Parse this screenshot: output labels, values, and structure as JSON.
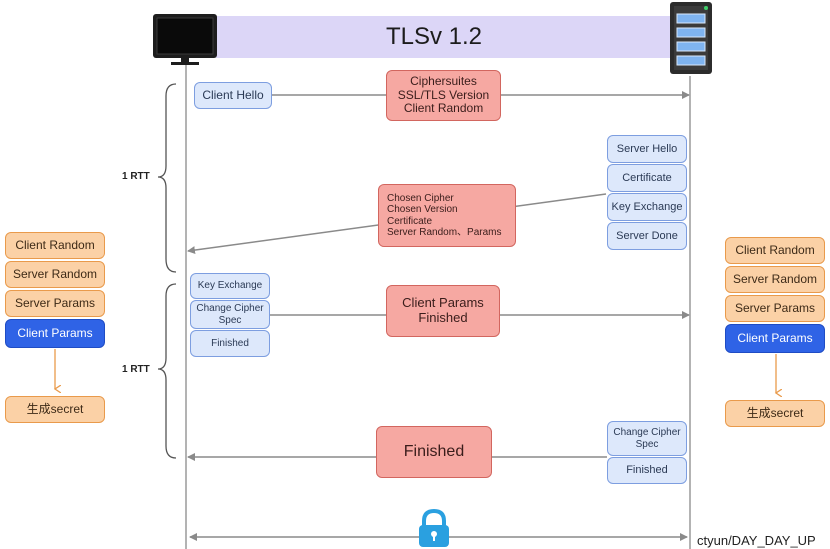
{
  "title": "TLSv 1.2",
  "rtt_labels": [
    "1 RTT",
    "1 RTT"
  ],
  "messages": {
    "client_hello": "Client Hello",
    "hello_payload": [
      "Ciphersuites",
      "SSL/TLS Version",
      "Client Random"
    ],
    "server_msgs": [
      "Server Hello",
      "Certificate",
      "Key Exchange",
      "Server Done"
    ],
    "server_payload": [
      "Chosen Cipher",
      "Chosen  Version",
      "Certificate",
      "Server Random、Params"
    ],
    "client_key_exchange": "Key Exchange",
    "client_change_cipher": "Change Cipher Spec",
    "client_finished": "Finished",
    "client_payload": [
      "Client Params",
      "Finished"
    ],
    "server_change_cipher": "Change Cipher Spec",
    "server_finished": "Finished",
    "finished_payload": "Finished"
  },
  "client_side": {
    "params": [
      "Client Random",
      "Server Random",
      "Server Params",
      "Client Params"
    ],
    "result": "生成secret"
  },
  "server_side": {
    "params": [
      "Client Random",
      "Server Random",
      "Server Params",
      "Client Params"
    ],
    "result": "生成secret"
  },
  "icons": {
    "client": "monitor-icon",
    "server": "server-rack-icon",
    "lock": "lock-icon"
  },
  "watermark": "ctyun/DAY_DAY_UP",
  "colors": {
    "title_bar": "#dcd6f7",
    "blue_box": "#dde8fb",
    "red_box": "#f6a8a2",
    "orange_box": "#fbd1a6",
    "accent_blue": "#2f63e6",
    "lock": "#2aa0e0"
  }
}
